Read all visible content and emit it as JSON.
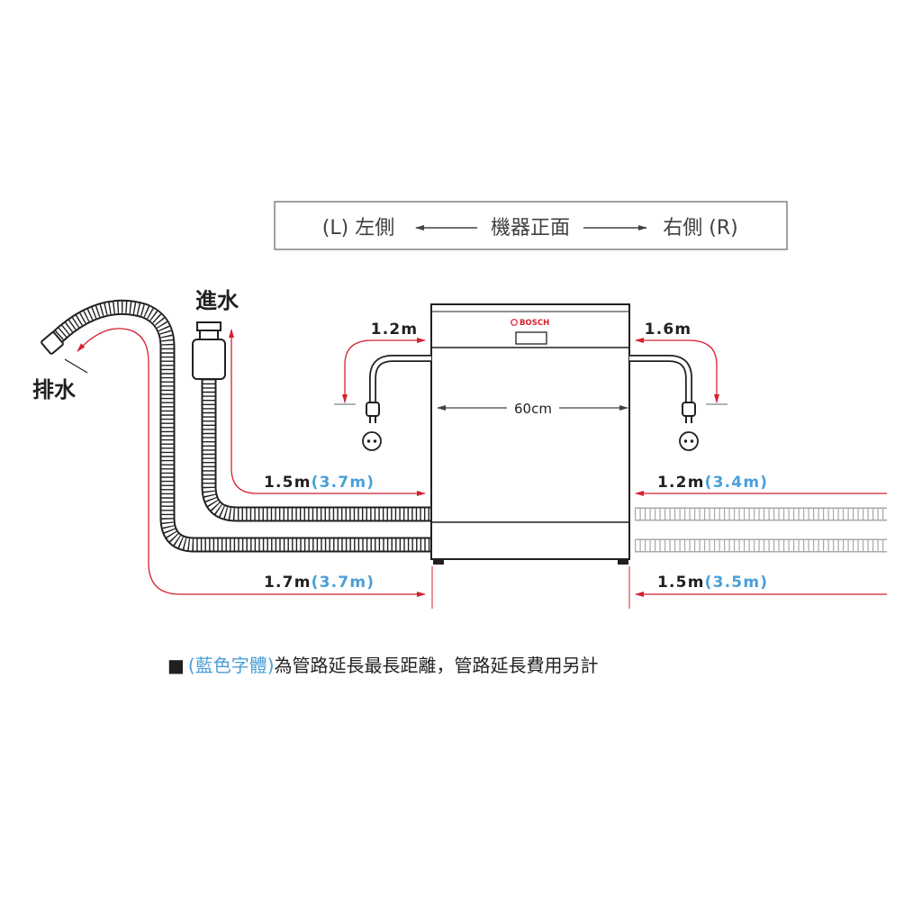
{
  "header": {
    "left": "(L) 左側",
    "center": "機器正面",
    "right": "右側 (R)"
  },
  "labels": {
    "inlet": "進水",
    "drain": "排水"
  },
  "appliance": {
    "brand": "BOSCH",
    "width": "60cm"
  },
  "cords": {
    "left": "1.2m",
    "right": "1.6m"
  },
  "hoses": {
    "left_inlet": {
      "standard": "1.5m",
      "extended": "(3.7m)"
    },
    "left_drain": {
      "standard": "1.7m",
      "extended": "(3.7m)"
    },
    "right_inlet": {
      "standard": "1.2m",
      "extended": "(3.4m)"
    },
    "right_drain": {
      "standard": "1.5m",
      "extended": "(3.5m)"
    }
  },
  "note": {
    "bullet": "■",
    "highlight": "(藍色字體)",
    "text": "為管路延長最長距離，管路延長費用另計"
  },
  "colors": {
    "line": "#231f20",
    "accent_red": "#d71f30",
    "extended_blue": "#4a9fd8",
    "extension_hose_gray": "#a7a9ac"
  }
}
